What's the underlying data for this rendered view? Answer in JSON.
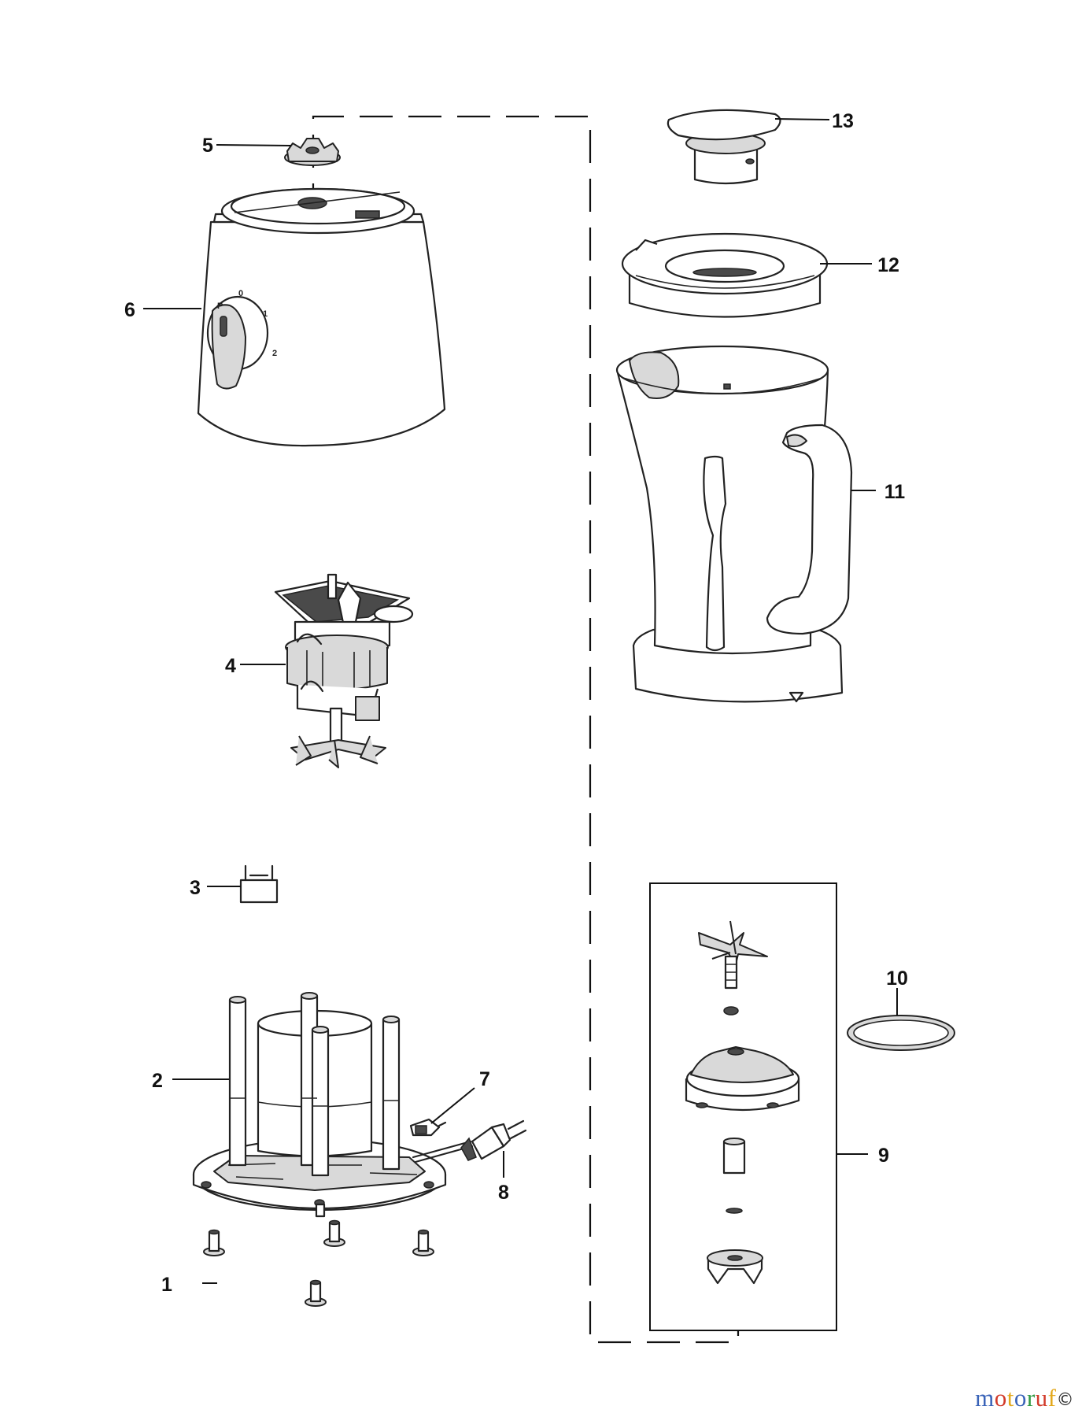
{
  "callouts": [
    {
      "id": "1",
      "label": "1"
    },
    {
      "id": "2",
      "label": "2"
    },
    {
      "id": "3",
      "label": "3"
    },
    {
      "id": "4",
      "label": "4"
    },
    {
      "id": "5",
      "label": "5"
    },
    {
      "id": "6",
      "label": "6"
    },
    {
      "id": "7",
      "label": "7"
    },
    {
      "id": "8",
      "label": "8"
    },
    {
      "id": "9",
      "label": "9"
    },
    {
      "id": "10",
      "label": "10"
    },
    {
      "id": "11",
      "label": "11"
    },
    {
      "id": "12",
      "label": "12"
    },
    {
      "id": "13",
      "label": "13"
    }
  ],
  "dial_marks": [
    "0",
    "1",
    "2",
    "P"
  ],
  "watermark": {
    "text": "motoruf",
    "letters": [
      {
        "ch": "m",
        "color": "#3a63b8"
      },
      {
        "ch": "o",
        "color": "#d23a2a"
      },
      {
        "ch": "t",
        "color": "#e3a81c"
      },
      {
        "ch": "o",
        "color": "#3a63b8"
      },
      {
        "ch": "r",
        "color": "#2f9a42"
      },
      {
        "ch": "u",
        "color": "#d23a2a"
      },
      {
        "ch": "f",
        "color": "#e3a81c"
      }
    ],
    "badge_icon": "copyright-icon"
  },
  "colors": {
    "line": "#222222",
    "background": "#ffffff",
    "part_fill": "#d9d9d9"
  }
}
